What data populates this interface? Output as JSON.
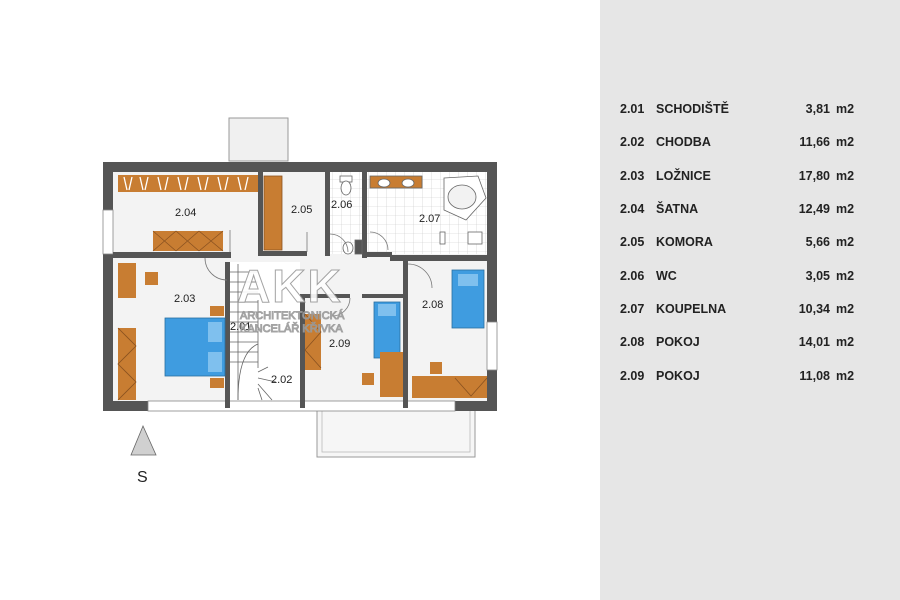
{
  "plan": {
    "compass_label": "S",
    "watermark": {
      "logo": "AKK",
      "line1": "ARCHITEKTONICKÁ",
      "line2": "KANCELÁŘ KŘIVKA"
    },
    "room_labels": [
      "2.01",
      "2.02",
      "2.03",
      "2.04",
      "2.05",
      "2.06",
      "2.07",
      "2.08",
      "2.09"
    ]
  },
  "rooms": [
    {
      "num": "2.01",
      "name": "SCHODIŠTĚ",
      "area": "3,81",
      "unit": "m2"
    },
    {
      "num": "2.02",
      "name": "CHODBA",
      "area": "11,66",
      "unit": "m2"
    },
    {
      "num": "2.03",
      "name": "LOŽNICE",
      "area": "17,80",
      "unit": "m2"
    },
    {
      "num": "2.04",
      "name": "ŠATNA",
      "area": "12,49",
      "unit": "m2"
    },
    {
      "num": "2.05",
      "name": "KOMORA",
      "area": "5,66",
      "unit": "m2"
    },
    {
      "num": "2.06",
      "name": "WC",
      "area": "3,05",
      "unit": "m2"
    },
    {
      "num": "2.07",
      "name": "KOUPELNA",
      "area": "10,34",
      "unit": "m2"
    },
    {
      "num": "2.08",
      "name": "POKOJ",
      "area": "14,01",
      "unit": "m2"
    },
    {
      "num": "2.09",
      "name": "POKOJ",
      "area": "11,08",
      "unit": "m2"
    }
  ],
  "colors": {
    "wall": "#555555",
    "wood": "#c87d32",
    "bed": "#3f9ce0",
    "panel": "#e6e6e6"
  }
}
